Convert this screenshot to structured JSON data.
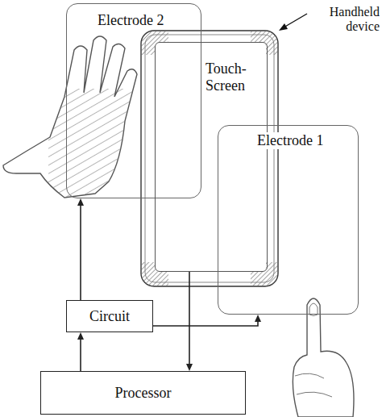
{
  "diagram": {
    "nodes": [
      {
        "text": [
          "Electrode 2"
        ]
      },
      {
        "text": [
          "Touch-Screen"
        ]
      },
      {
        "text": [
          "Electrode 1"
        ]
      },
      {
        "text": [
          "Circuit"
        ]
      },
      {
        "text": [
          "Processor"
        ]
      }
    ],
    "edges": [
      {
        "from": 3,
        "to": 0,
        "arrow": "to"
      },
      {
        "from": 3,
        "to": 2,
        "arrow": "to"
      },
      {
        "from": 1,
        "to": 4,
        "arrow": "to"
      },
      {
        "from": 4,
        "to": 3,
        "arrow": "to"
      }
    ],
    "labels": [
      "Handheld device"
    ]
  }
}
